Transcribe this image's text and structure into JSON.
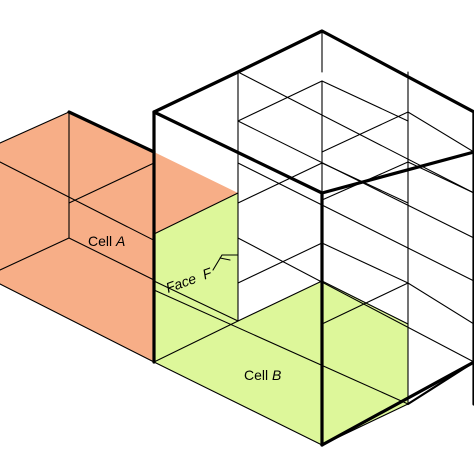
{
  "labels": {
    "cell_a_name": "Cell",
    "cell_a_var": "A",
    "cell_b_name": "Cell",
    "cell_b_var": "B",
    "face_word": "Face",
    "face_var": "F"
  },
  "colors": {
    "cell_a_fill": "#F7AE87",
    "cell_b_fill": "#DDF79A",
    "edge": "#000000",
    "background": "#FFFFFF"
  }
}
